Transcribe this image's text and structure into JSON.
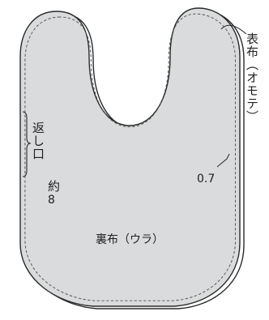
{
  "labels": {
    "outer_fabric": "表布（オモテ）",
    "return_opening": "返し口",
    "approx": "約",
    "approx_value": "8",
    "seam_allowance": "0.7",
    "inner_fabric": "裏布（ウラ）"
  },
  "colors": {
    "inner_fill": "#d9dbdc",
    "outline": "#2a2a2a",
    "stitch": "#555555",
    "background": "#ffffff"
  }
}
